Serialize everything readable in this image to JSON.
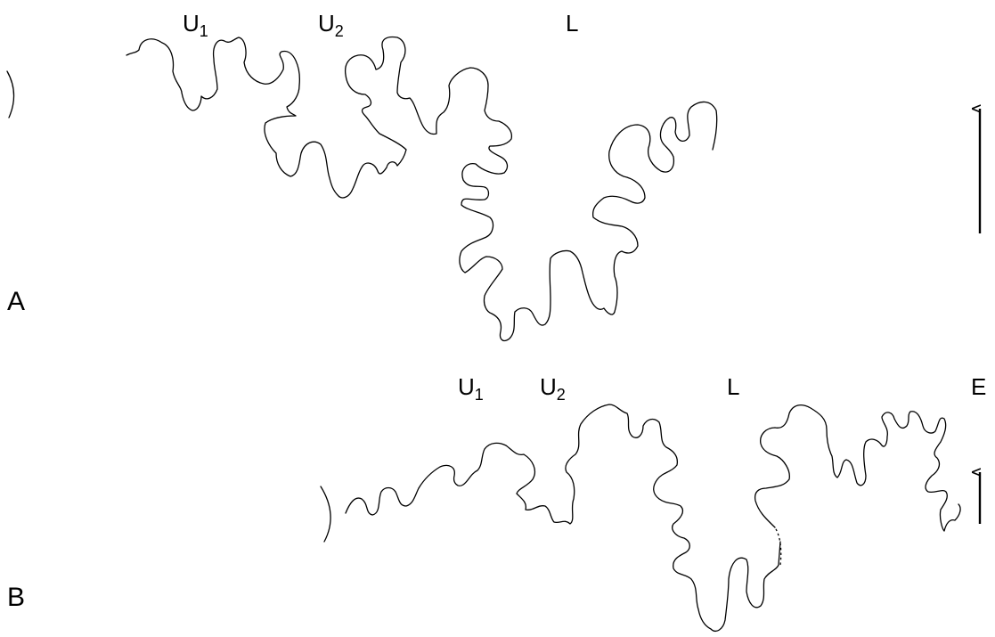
{
  "panels": [
    {
      "letter": "A",
      "labels": [
        {
          "base": "U",
          "sub": "1"
        },
        {
          "base": "U",
          "sub": "2"
        },
        {
          "base": "L",
          "sub": ""
        }
      ]
    },
    {
      "letter": "B",
      "labels": [
        {
          "base": "U",
          "sub": "1"
        },
        {
          "base": "U",
          "sub": "2"
        },
        {
          "base": "L",
          "sub": ""
        },
        {
          "base": "E",
          "sub": ""
        }
      ]
    }
  ],
  "colors": {
    "line": "#000000",
    "background": "#ffffff"
  }
}
